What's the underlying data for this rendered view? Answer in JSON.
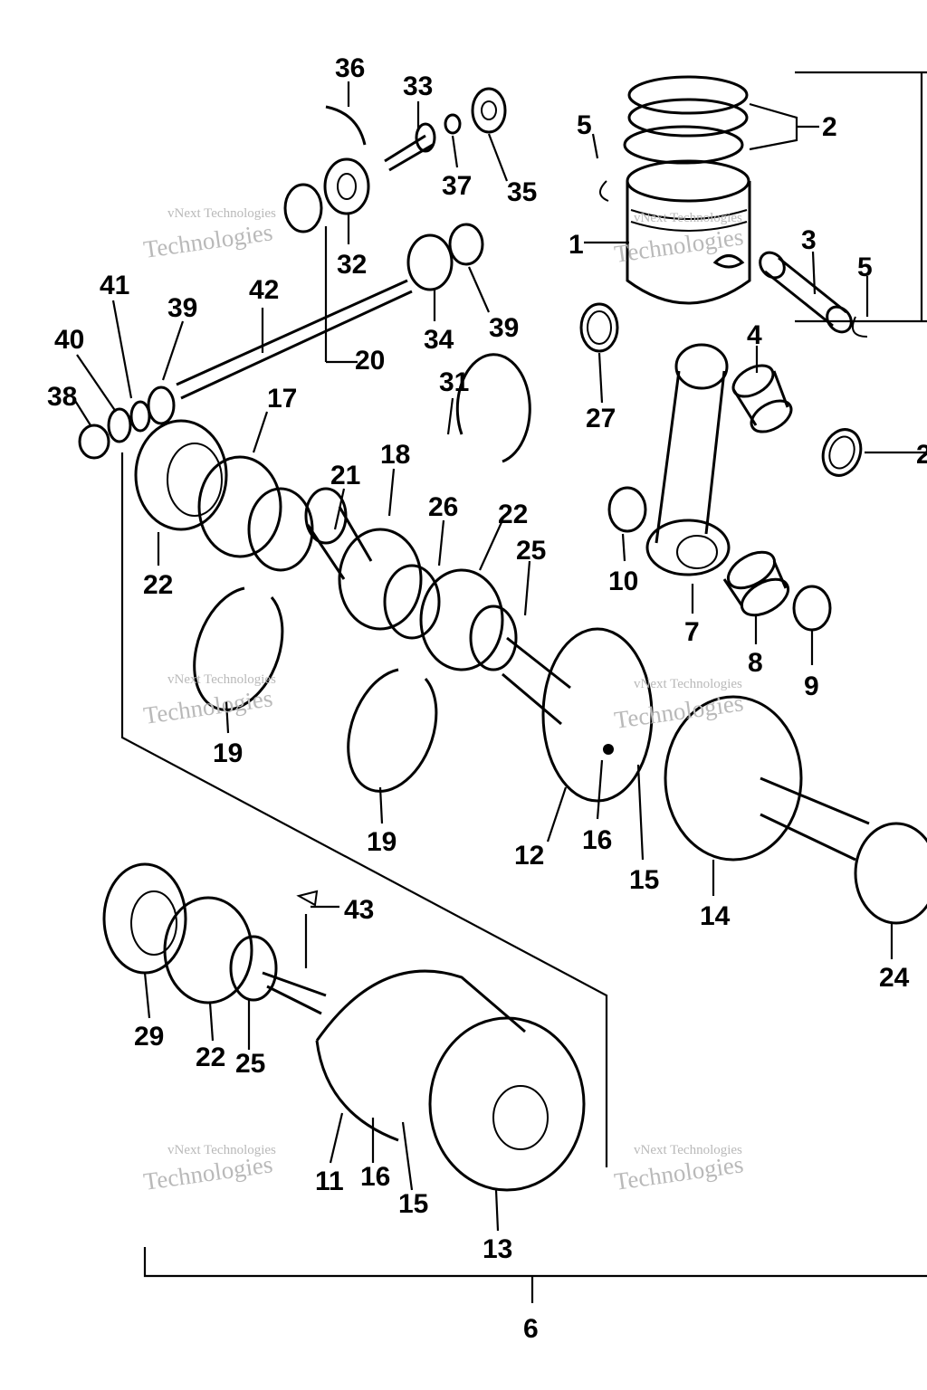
{
  "watermark": {
    "small": "vNext Technologies",
    "big": "Technologies"
  },
  "callouts": {
    "c1": "1",
    "c2": "2",
    "c3": "3",
    "c4": "4",
    "c5a": "5",
    "c5b": "5",
    "c6": "6",
    "c7": "7",
    "c8": "8",
    "c9": "9",
    "c10": "10",
    "c11": "11",
    "c12": "12",
    "c13": "13",
    "c14": "14",
    "c15a": "15",
    "c15b": "15",
    "c16a": "16",
    "c16b": "16",
    "c17": "17",
    "c18": "18",
    "c19a": "19",
    "c19b": "19",
    "c20": "20",
    "c21": "21",
    "c22a": "22",
    "c22b": "22",
    "c22c": "22",
    "c23": "2",
    "c24": "24",
    "c25a": "25",
    "c25b": "25",
    "c26": "26",
    "c27": "27",
    "c29": "29",
    "c31": "31",
    "c32": "32",
    "c33": "33",
    "c34": "34",
    "c35": "35",
    "c36": "36",
    "c37": "37",
    "c38": "38",
    "c39a": "39",
    "c39b": "39",
    "c40": "40",
    "c41": "41",
    "c42": "42",
    "c43": "43"
  }
}
